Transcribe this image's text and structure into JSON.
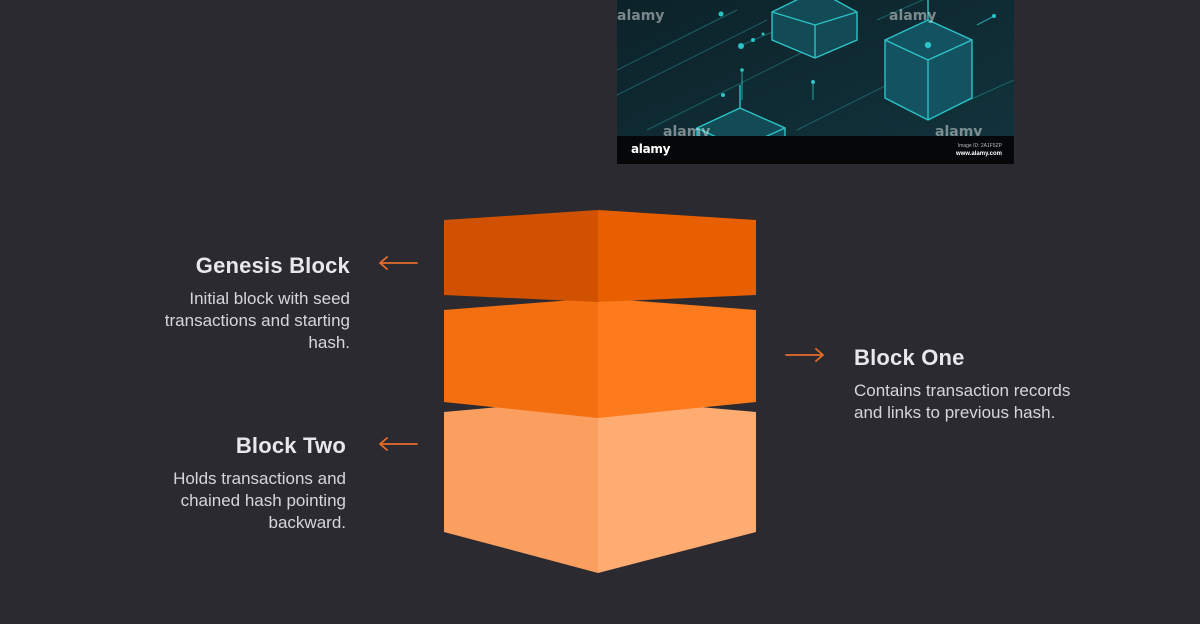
{
  "stock_image": {
    "watermarks": [
      "alamy",
      "alamy",
      "alamy",
      "alamy"
    ],
    "footer_logo": "alamy",
    "footer_id": "Image ID: 2A1F5ZP",
    "footer_url": "www.alamy.com"
  },
  "blocks": [
    {
      "title": "Genesis Block",
      "description_lines": [
        "Initial block with seed",
        "transactions and starting",
        "hash."
      ],
      "color_left": "#d05200",
      "color_right": "#e85f00"
    },
    {
      "title": "Block One",
      "description_lines": [
        "Contains transaction records",
        "and links to previous hash."
      ],
      "color_left": "#f36f10",
      "color_right": "#fd7b1d"
    },
    {
      "title": "Block Two",
      "description_lines": [
        "Holds transactions and",
        "chained hash pointing",
        "backward."
      ],
      "color_left": "#fb9f60",
      "color_right": "#ffac73"
    }
  ],
  "arrow_color": "#e56d2b"
}
